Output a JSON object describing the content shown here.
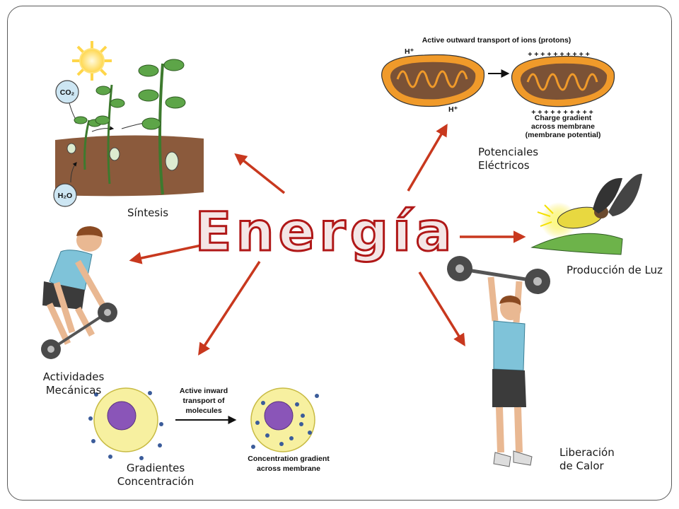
{
  "title": "Energía",
  "labels": {
    "sintesis": "Síntesis",
    "potenciales_1": "Potenciales",
    "potenciales_2": "Eléctricos",
    "luz": "Producción de Luz",
    "mecanicas_1": "Actividades",
    "mecanicas_2": "Mecánicas",
    "gradientes_1": "Gradientes",
    "gradientes_2": "Concentración",
    "calor_1": "Liberación",
    "calor_2": "de Calor"
  },
  "photosynthesis": {
    "co2": "CO₂",
    "h2o": "H₂O"
  },
  "mitochondria": {
    "heading": "Active outward transport of ions (protons)",
    "h_plus_top": "H⁺",
    "h_plus_bottom": "H⁺",
    "gradient_1": "Charge gradient",
    "gradient_2": "across membrane",
    "gradient_3": "(membrane potential)"
  },
  "cell_transport": {
    "arrow_1": "Active inward",
    "arrow_2": "transport of",
    "arrow_3": "molecules",
    "gradient_1": "Concentration gradient",
    "gradient_2": "across membrane"
  },
  "colors": {
    "arrow": "#c8381e",
    "title_fill": "#f4e6e6",
    "title_stroke": "#b01818"
  }
}
